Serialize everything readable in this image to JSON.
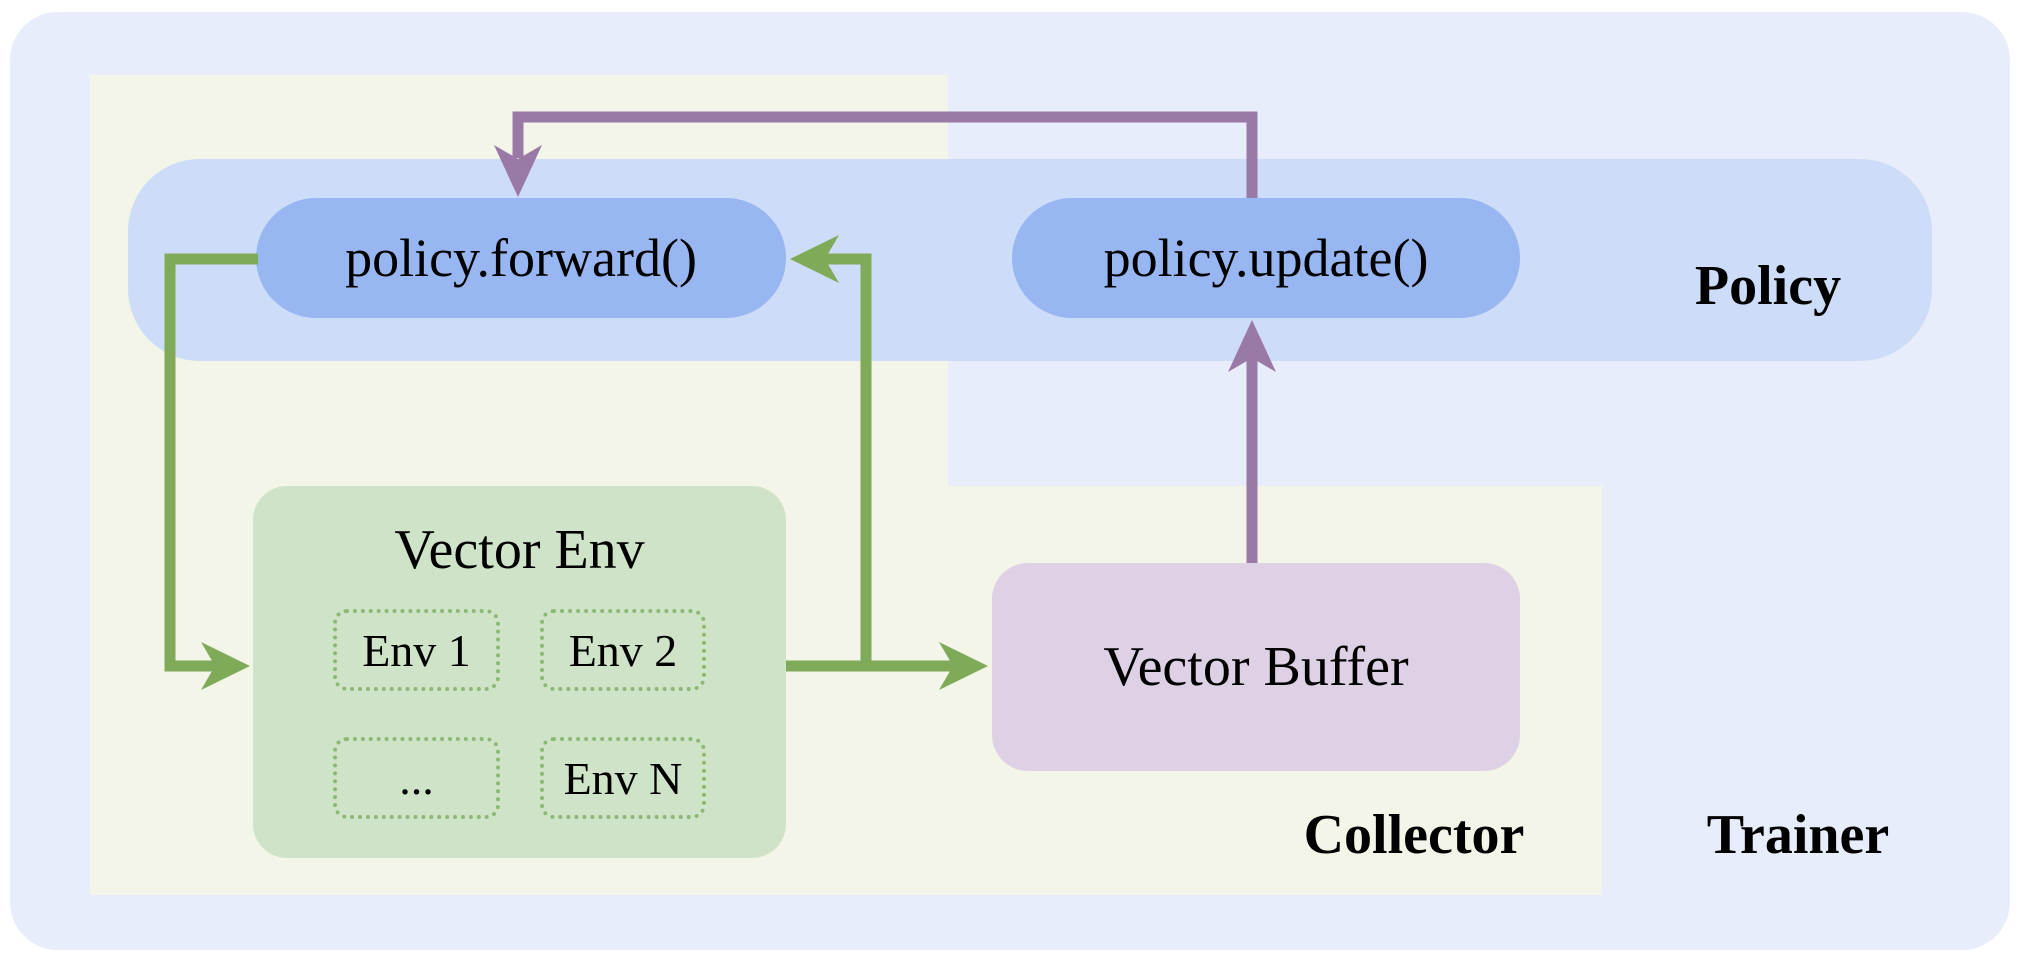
{
  "diagram": {
    "regions": {
      "trainer_label": "Trainer",
      "collector_label": "Collector",
      "policy_label": "Policy"
    },
    "nodes": {
      "policy_forward": "policy.forward()",
      "policy_update": "policy.update()",
      "vector_env_title": "Vector Env",
      "envs": [
        "Env 1",
        "Env 2",
        "...",
        "Env N"
      ],
      "vector_buffer": "Vector Buffer"
    },
    "colors": {
      "trainer_bg": "#e8edfb",
      "collector_bg": "#f2f5e8",
      "policy_band": "#cddcf8",
      "method_pill": "#98b6f1",
      "vector_env_box": "#cfe3c8",
      "env_dashed_border": "#8bb973",
      "vector_buffer_box": "#ded1e6",
      "green_data_arrow": "#7faa58",
      "purple_update_arrow": "#9b79a7",
      "text": "#000000"
    }
  }
}
